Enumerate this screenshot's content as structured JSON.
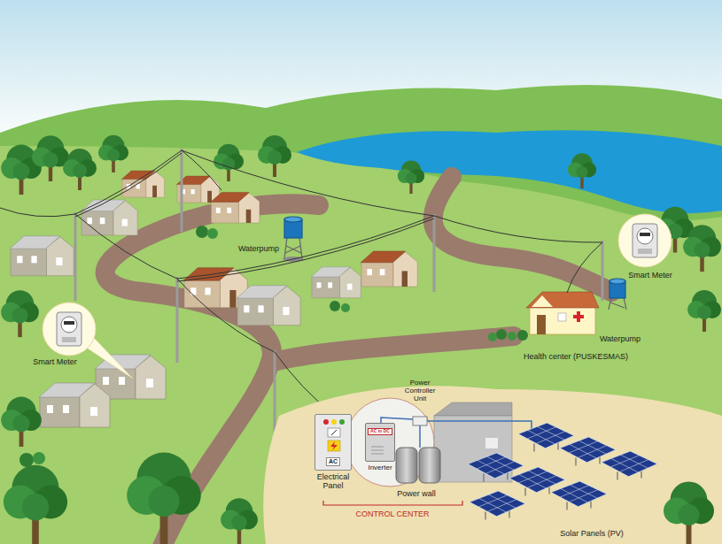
{
  "diagram": {
    "nodes": [
      {
        "text": [
          "AC",
          "Electrical Panel"
        ]
      },
      {
        "text": [
          "AC to DC",
          "Inverter"
        ]
      }
    ],
    "labels": [
      "Waterpump",
      "Smart Meter",
      "Waterpump",
      "Health center (PUSKESMAS)",
      "Smart Meter",
      "Power Controller Unit",
      "Power wall",
      "CONTROL CENTER",
      "Solar Panels (PV)"
    ]
  }
}
